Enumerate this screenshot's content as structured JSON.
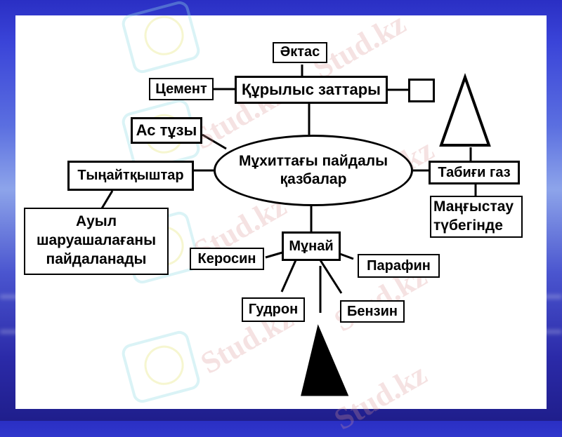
{
  "diagram": {
    "center": {
      "line1": "Мұхиттағы пайдалы",
      "line2": "қазбалар"
    },
    "nodes": {
      "aktas": "Әктас",
      "kurylys": "Құрылыс заттары",
      "cement": "Цемент",
      "as_tuzy": "Ас тұзы",
      "tynaitkyshtar": "Тыңайтқыштар",
      "auyl": {
        "line1": "Ауыл",
        "line2": "шаруашалағаны",
        "line3": "пайдаланады"
      },
      "tabigi_gaz": "Табиғи газ",
      "mangystau": {
        "line1": "Маңғыстау",
        "line2": "түбегінде"
      },
      "munai": "Мұнай",
      "kerosin": "Керосин",
      "parafin": "Парафин",
      "gudron": "Гудрон",
      "benzin": "Бензин"
    },
    "shapes": {
      "empty_square": "",
      "outline_triangle": "",
      "filled_triangle": ""
    }
  },
  "watermark": {
    "text": "Stud.kz",
    "text_alt": "Stud.kz - Stud.kz"
  }
}
